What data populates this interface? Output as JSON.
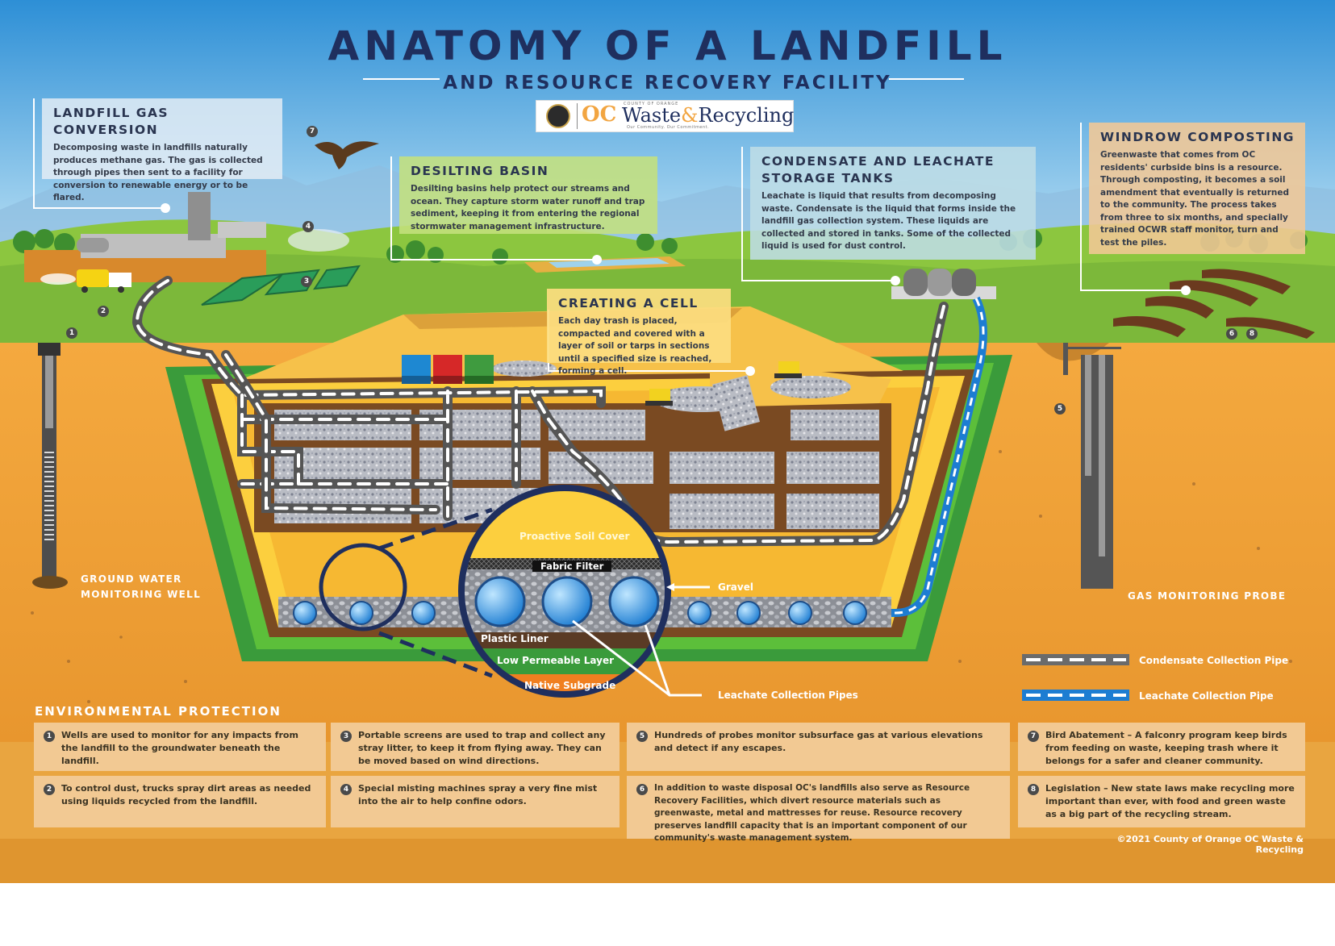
{
  "header": {
    "title": "ANATOMY OF A LANDFILL",
    "subtitle": "AND RESOURCE RECOVERY FACILITY",
    "logo_text_main": "Waste",
    "logo_text_amp": "&",
    "logo_text_end": "Recycling",
    "logo_oc": "OC",
    "logo_county": "COUNTY OF ORANGE",
    "logo_tagline": "Our Community. Our Commitment."
  },
  "callouts": {
    "gas": {
      "title": "LANDFILL GAS CONVERSION",
      "text": "Decomposing waste in landfills naturally produces methane gas. The gas is collected through pipes then sent to a facility for conversion to renewable energy or to be flared."
    },
    "desilting": {
      "title": "DESILTING BASIN",
      "text": "Desilting basins help protect our streams and ocean. They capture storm water runoff and trap sediment, keeping it from entering the regional stormwater management infrastructure."
    },
    "condensate": {
      "title": "CONDENSATE AND LEACHATE STORAGE TANKS",
      "text": "Leachate is liquid that results from decomposing waste. Condensate is the liquid that forms inside the landfill gas collection system. These liquids are collected and stored in tanks. Some of the collected liquid is used for dust control."
    },
    "windrow": {
      "title": "WINDROW COMPOSTING",
      "text": "Greenwaste that comes from OC residents' curbside bins is a resource. Through composting, it becomes a soil amendment that eventually is returned to the community. The process takes from three to six months, and specially trained OCWR staff monitor, turn and test the piles."
    },
    "cell": {
      "title": "CREATING A CELL",
      "text": "Each day trash is placed, compacted and covered with a layer of soil or tarps in sections until a specified size is reached, forming a cell."
    }
  },
  "markers": {
    "m1": "1",
    "m2": "2",
    "m3": "3",
    "m4": "4",
    "m5": "5",
    "m6": "6",
    "m7": "7",
    "m8": "8"
  },
  "labels": {
    "groundwater": "GROUND WATER\nMONITORING WELL",
    "gas_probe": "GAS MONITORING PROBE",
    "proactive_soil": "Proactive Soil Cover",
    "fabric_filter": "Fabric Filter",
    "gravel": "Gravel",
    "plastic_liner": "Plastic Liner",
    "low_permeable": "Low Permeable Layer",
    "native_subgrade": "Native Subgrade",
    "leachate_pipes": "Leachate Collection Pipes"
  },
  "legend": {
    "condensate": "Condensate Collection Pipe",
    "leachate": "Leachate Collection Pipe"
  },
  "environment": {
    "title": "ENVIRONMENTAL PROTECTION",
    "cards": [
      {
        "n": "1",
        "text": "Wells are used to monitor for any impacts from the landfill to the groundwater beneath the landfill."
      },
      {
        "n": "2",
        "text": "To control dust, trucks spray dirt areas as needed using liquids recycled from the landfill."
      },
      {
        "n": "3",
        "text": "Portable screens are used to trap and collect any stray litter, to keep it from flying away. They can be moved based on wind directions."
      },
      {
        "n": "4",
        "text": "Special misting machines spray a very fine mist into the air to help confine odors."
      },
      {
        "n": "5",
        "text": "Hundreds of probes monitor subsurface gas at various elevations and detect if any escapes."
      },
      {
        "n": "6",
        "text": "In addition to waste disposal OC's landfills also serve as Resource Recovery Facilities, which divert resource materials such as greenwaste, metal and mattresses for reuse. Resource recovery preserves landfill capacity that is an important component of our community's waste management system."
      },
      {
        "n": "7",
        "text": "Bird Abatement – A falconry program keep birds from feeding on waste, keeping trash where it belongs for a safer and cleaner community."
      },
      {
        "n": "8",
        "text": "Legislation – New state laws make recycling more important than ever, with food and green waste as a big part of the recycling stream."
      }
    ]
  },
  "footer": {
    "copyright": "©2021 County of Orange OC Waste & Recycling"
  },
  "colors": {
    "sky": "#3fa3de",
    "grass": "#7cc242",
    "soil": "#f2a541",
    "title": "#1f2f5e",
    "leachate_pipe": "#1d7dd2",
    "condensate_pipe": "#6b6b6b"
  }
}
